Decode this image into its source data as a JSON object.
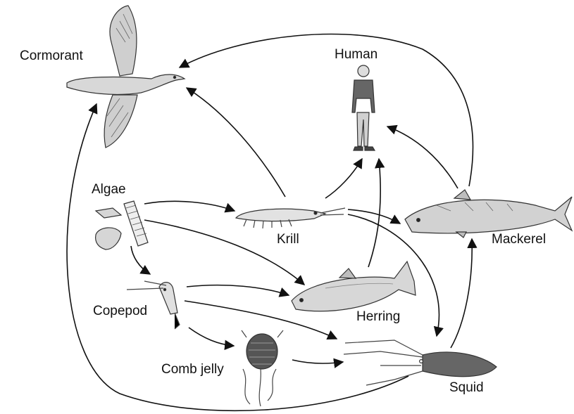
{
  "organisms": [
    {
      "id": "cormorant",
      "label": "Cormorant",
      "icon": "cormorant-icon"
    },
    {
      "id": "human",
      "label": "Human",
      "icon": "human-icon"
    },
    {
      "id": "algae",
      "label": "Algae",
      "icon": "algae-icon"
    },
    {
      "id": "krill",
      "label": "Krill",
      "icon": "krill-icon"
    },
    {
      "id": "mackerel",
      "label": "Mackerel",
      "icon": "mackerel-icon"
    },
    {
      "id": "copepod",
      "label": "Copepod",
      "icon": "copepod-icon"
    },
    {
      "id": "herring",
      "label": "Herring",
      "icon": "herring-icon"
    },
    {
      "id": "comb_jelly",
      "label": "Comb jelly",
      "icon": "comb-jelly-icon"
    },
    {
      "id": "squid",
      "label": "Squid",
      "icon": "squid-icon"
    }
  ],
  "links": [
    {
      "from": "algae",
      "to": "krill"
    },
    {
      "from": "algae",
      "to": "herring"
    },
    {
      "from": "algae",
      "to": "copepod"
    },
    {
      "from": "copepod",
      "to": "herring"
    },
    {
      "from": "copepod",
      "to": "squid"
    },
    {
      "from": "copepod",
      "to": "comb_jelly"
    },
    {
      "from": "comb_jelly",
      "to": "squid"
    },
    {
      "from": "krill",
      "to": "cormorant"
    },
    {
      "from": "krill",
      "to": "human"
    },
    {
      "from": "krill",
      "to": "mackerel"
    },
    {
      "from": "krill",
      "to": "squid"
    },
    {
      "from": "herring",
      "to": "human"
    },
    {
      "from": "mackerel",
      "to": "human"
    },
    {
      "from": "mackerel",
      "to": "cormorant"
    },
    {
      "from": "squid",
      "to": "mackerel"
    },
    {
      "from": "squid",
      "to": "cormorant"
    }
  ],
  "colors": {
    "line": "#111111",
    "fill": "#c8c8c8",
    "dark": "#555555"
  }
}
